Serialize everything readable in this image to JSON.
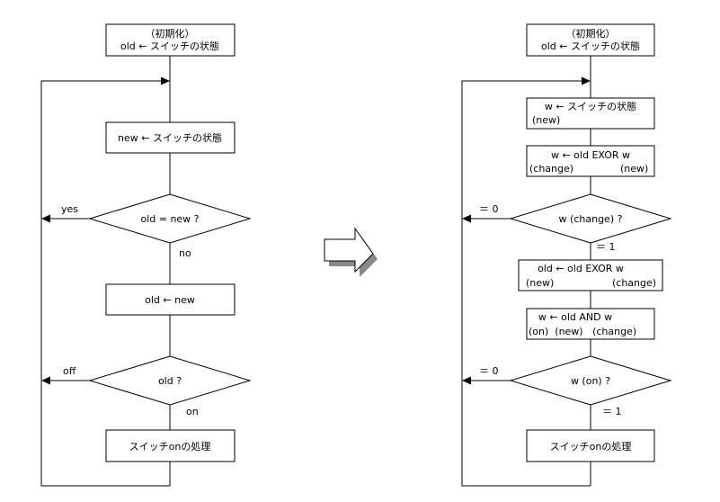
{
  "left": {
    "init_line1": "（初期化）",
    "init_line2": "old ← スイッチの状態",
    "read_switch": "new ← スイッチの状態",
    "decision1": "old = new ?",
    "decision1_yes": "yes",
    "decision1_no": "no",
    "assign_old": "old ← new",
    "decision2": "old ?",
    "decision2_off": "off",
    "decision2_on": "on",
    "process": "スイッチonの処理"
  },
  "right": {
    "init_line1": "（初期化）",
    "init_line2": "old ← スイッチの状態",
    "step1_line1": "w ← スイッチの状態",
    "step1_line2": "(new)",
    "step2_line1": "w ← old  EXOR  w",
    "step2_sub1": "(change)",
    "step2_sub2": "(new)",
    "decision1": "w (change) ?",
    "decision1_zero": "＝ 0",
    "decision1_one": "＝ 1",
    "step3_line1": "old ← old  EXOR  w",
    "step3_sub1": "(new)",
    "step3_sub2": "(change)",
    "step4_line1": "w ← old  AND  w",
    "step4_sub": "(on)  (new)   (change)",
    "decision2": "w (on) ?",
    "decision2_zero": "＝ 0",
    "decision2_one": "＝ 1",
    "process": "スイッチonの処理"
  },
  "transition_arrow": "block-right-arrow"
}
